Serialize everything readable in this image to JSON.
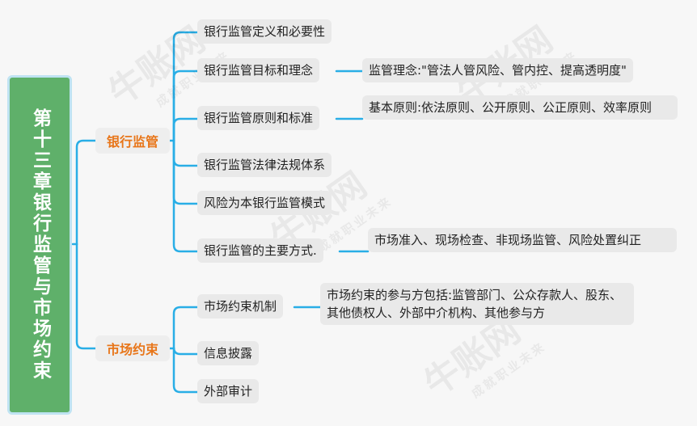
{
  "root": {
    "title": "第十三章银行监管与市场约束"
  },
  "branches": [
    {
      "label": "银行监管",
      "topics": [
        {
          "label": "银行监管定义和必要性"
        },
        {
          "label": "银行监管目标和理念",
          "detail": "监管理念:\"管法人管风险、管内控、提高透明度\""
        },
        {
          "label": "银行监管原则和标准",
          "detail": "基本原则:依法原则、公开原则、公正原则、效率原则"
        },
        {
          "label": "银行监管法律法规体系"
        },
        {
          "label": "风险为本银行监管模式"
        },
        {
          "label": "银行监管的主要方式.",
          "detail": "市场准入、现场检查、非现场监管、风险处置纠正"
        }
      ]
    },
    {
      "label": "市场约束",
      "topics": [
        {
          "label": "市场约束机制",
          "detail": "市场约束的参与方包括:监管部门、公众存款人、股东、其他债权人、外部中介机构、其他参与方"
        },
        {
          "label": "信息披露"
        },
        {
          "label": "外部审计"
        }
      ]
    }
  ],
  "watermark": {
    "logo": "牛账网",
    "slogan": "成就职业未来"
  },
  "colors": {
    "root_fill": "#5fb06a",
    "root_border": "#bfe3f2",
    "branch_text": "#e8761a",
    "connector": "#29aee6"
  }
}
